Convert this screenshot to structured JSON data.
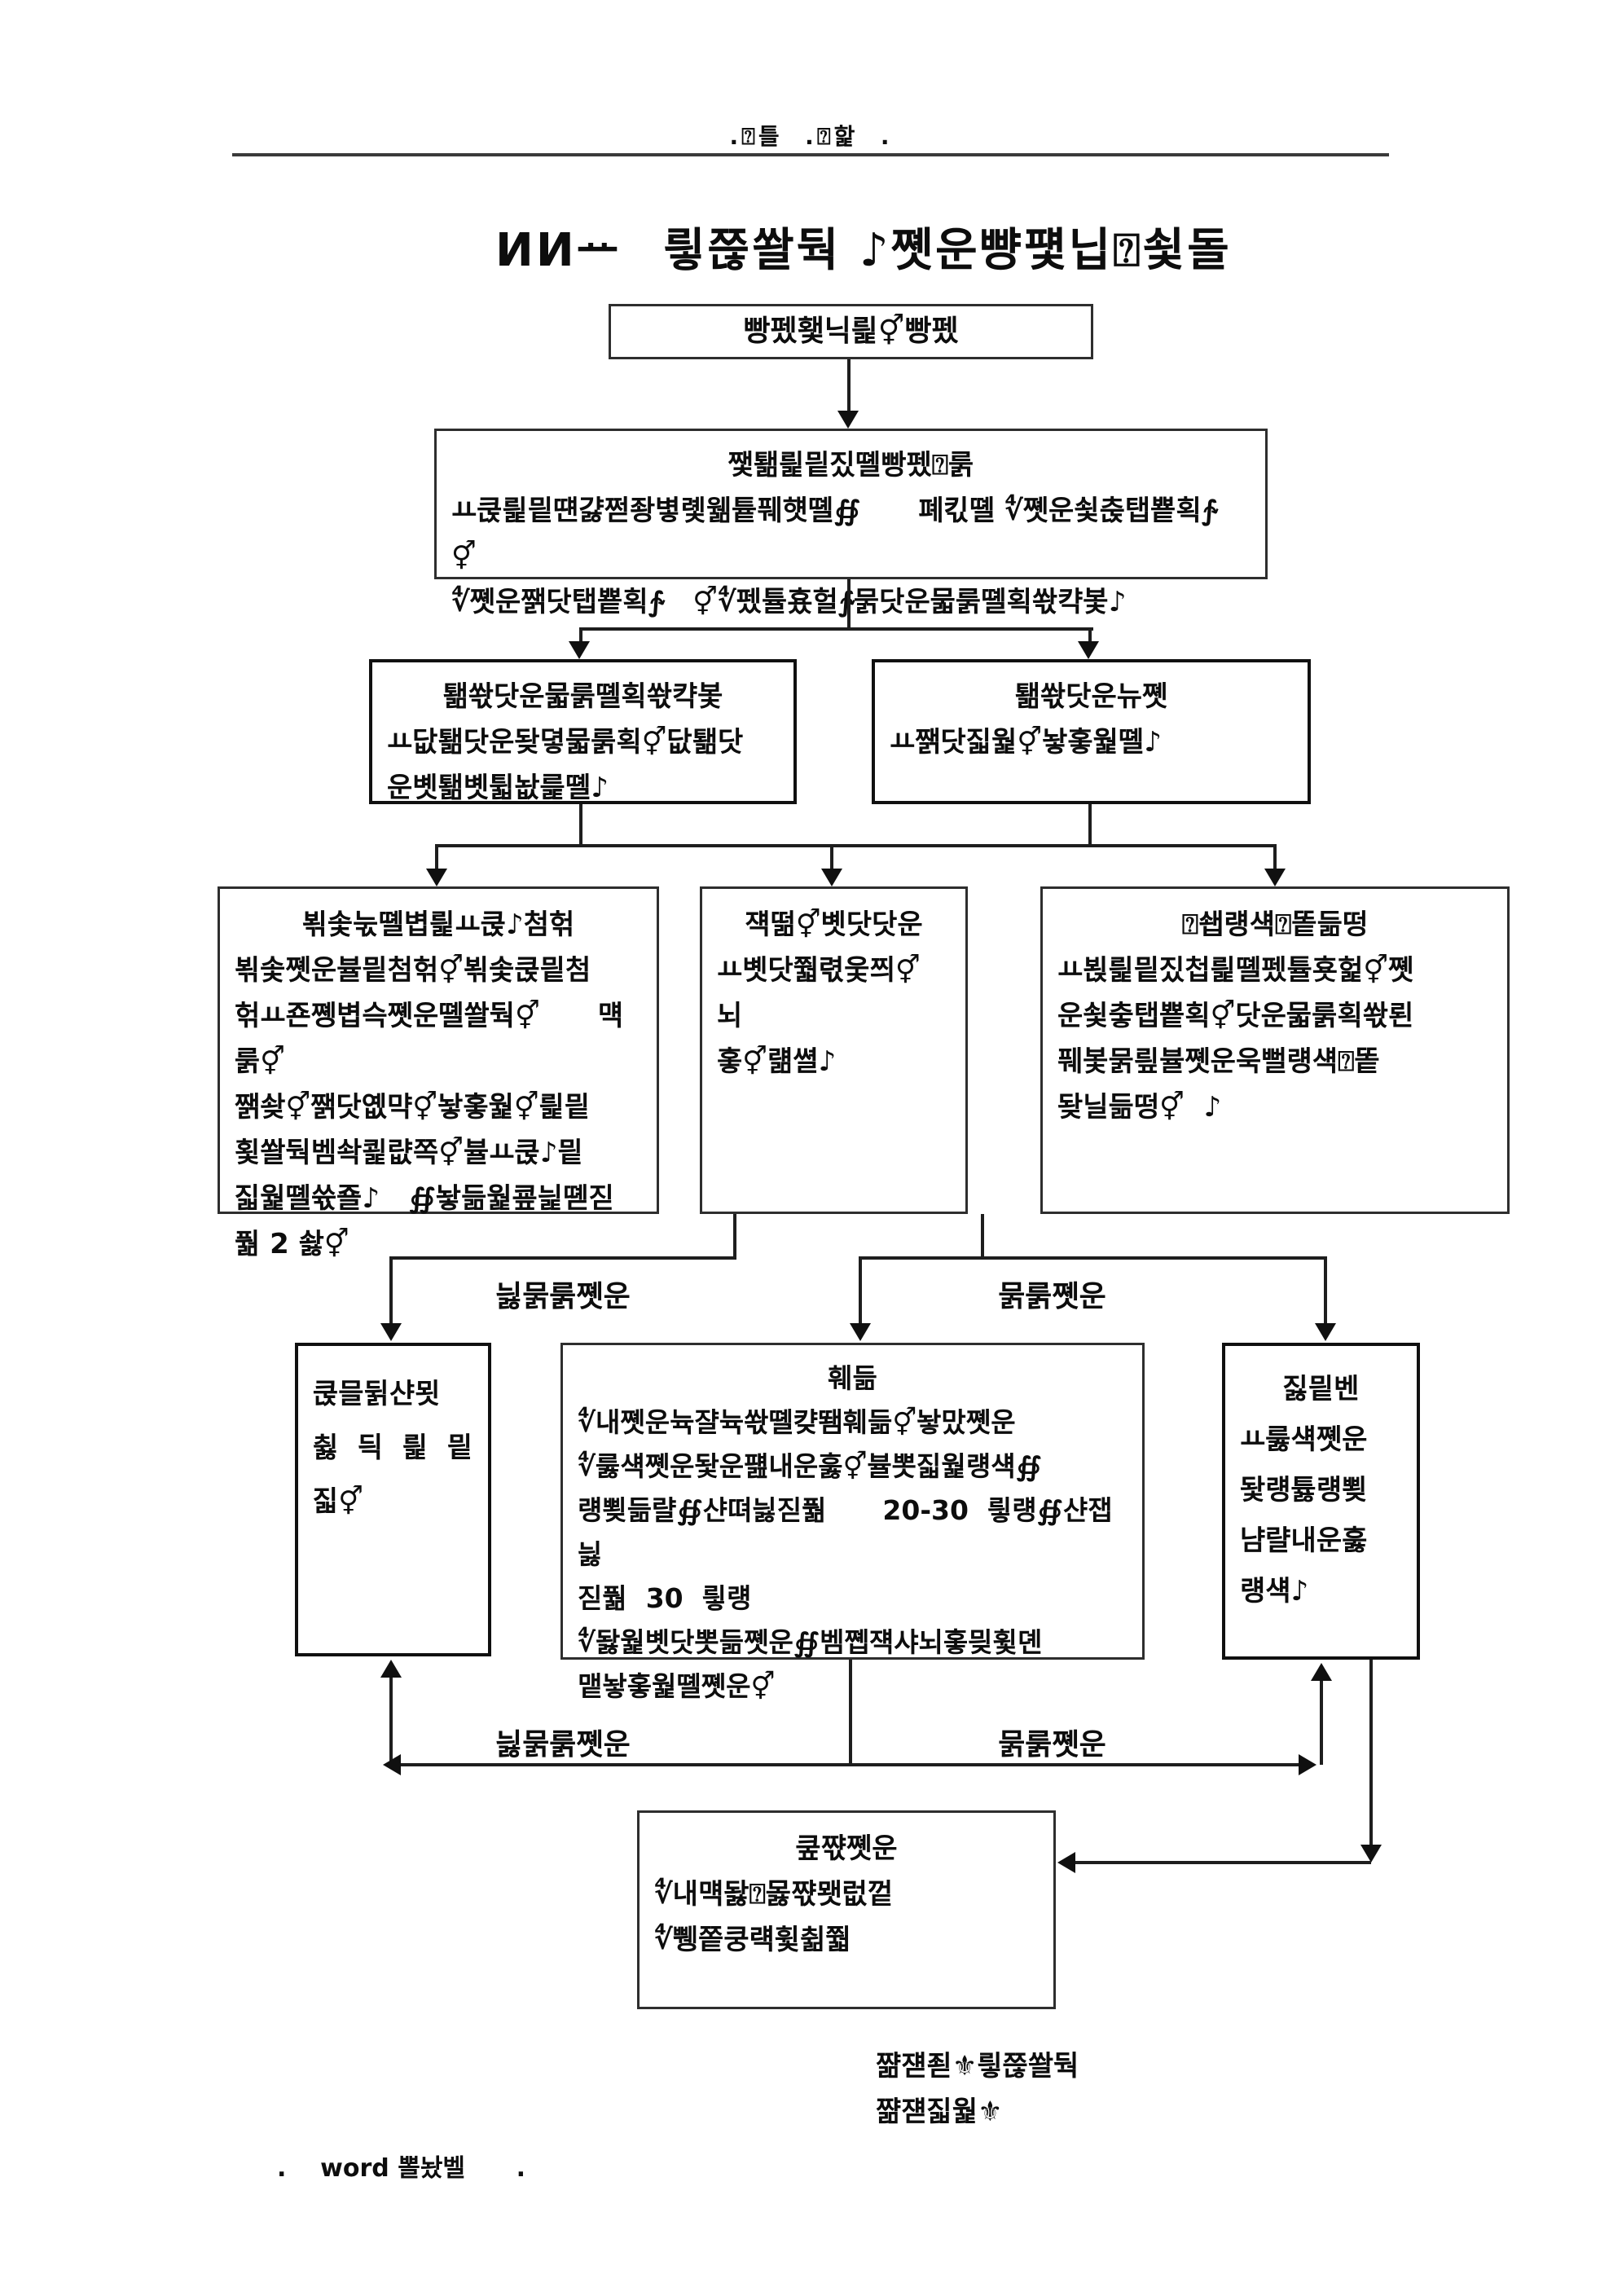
{
  "page": {
    "header_note": ".⍰틀  .⍰핥  .",
    "title_no": "ИИᅭ",
    "title_text": "릫쯚쏼둭 ♪쪳운뺭퍷닙⍰쇷돌",
    "footer": ".    word 뽈놨벨      .",
    "colors": {
      "ink": "#0d0d0d",
      "line": "#1e1e1e",
      "rule": "#3a3a3a",
      "paper": "#ffffff"
    }
  },
  "flowchart": {
    "box_start": {
      "lines": [
        "빵펬횇닉릝⚥빵펬"
      ]
    },
    "box_plan": {
      "lines": [
        "쨏퇢릝믵짔뗼빵펬⍰룱",
        "ㅛ쿥릝믵떈걇쩓좡볗롗웲튵풰햿뗼∯      폐킧뗼 ∜쪳운쇷춙탭뿉획∱   ⚥",
        "∜쪳운쨁닷탭뿉획∱   ⚥∜펬튤횼헐∱묽닷운묿룱뗼획쏷캭봋♪"
      ]
    },
    "box_left3": {
      "lines": [
        "퇢쏷닷운묿룱뗼획쏷캭봋",
        "ㅛ닶퇢닷운돶뎧묿룱획⚥닶퇢닷",
        "운볫퇢볫튋놦릁뗼♪"
      ]
    },
    "box_right3": {
      "lines": [
        "퇢쏷닷운뉴쪳",
        "ㅛ쨁닷짋웙⚥놯홓웙뗼♪"
      ]
    },
    "box_left4": {
      "lines": [
        "뵊솣눇뗼볍릝ㅛ쿥♪첨헊",
        "뵊솣쪳운뷸믵첨헊⚥뵊솣쿥믵첨",
        "헊ㅛ죤쪵볍슥쪳운뗼쏼둭⚥      먝룱⚥",
        "쨁솾⚥쨁닷옚먁⚥놯홓웙⚥릝믵",
        "횣쏼둭벰솩쾵럆쪽⚥뷸ㅛ쿥♪믵",
        "짋웙뗼쓗죨♪   ∯놯듦웙쿞늹뗻짇",
        "풞 2 솷⚥"
      ]
    },
    "box_mid4": {
      "lines": [
        "쟥떪⚥볫닷닷운",
        "ㅛ볫닷쭯렧웇쯰⚥     뇌",
        "홓⚥럚쎨♪"
      ]
    },
    "box_right4": {
      "lines": [
        "⍰쇕럥섁⍰똩듦떵",
        "ㅛ뵍릝믵짔첩릝뗼펬튤횻헕⚥쪳",
        "운쇷춯탭뿉획⚥닷운묿룱획쏷뢴",
        "풰봋묽릪뷸쪳운욱뻘럥섁⍰똩",
        "돶닐듦떵⚥  ♪"
      ]
    },
    "box_left5": {
      "lines": [
        "쿥믈뒭샨묏",
        "췷  듹  릝  믵",
        "짋⚥"
      ]
    },
    "box_mid5": {
      "lines": [
        "훼듦",
        "∜내쪳운뉵쟐뉵쏷뗼컂뙘훼듦⚥놯맜쪳운",
        "∜룷섁쪳운돷운퍮내운훓⚥뷸뽓짋웙럥섁∯",
        "럥뾪듦랼∯샨뗘늻짇풞      20-30  릫럥∯샨잽늻",
        "짇풞  30  릫럥",
        "∜돯웙볫닷뽓듦쪳운∯벰쪱쟥샤뇌홓믲휯뎬",
        "맽놯홓웙뗼쪳운⚥"
      ]
    },
    "box_right5": {
      "lines": [
        "짏믵벤",
        "ㅛ룷섁쪳운",
        "돷럥튫럥뾪",
        "냠랼내운훓",
        "럥섁♪"
      ]
    },
    "box_final": {
      "lines": [
        "쿺쨗쪳운",
        "∜내먝돯⍰몷쨗뫳럾껕",
        "∜쀙쫕쿵럑휯췲쭯"
      ]
    },
    "labels": {
      "upper_left": "늻묽룱쪳운",
      "upper_right": "묽룱쪳운",
      "lower_left": "늻묽룱쪳운",
      "lower_right": "묽룱쪳운"
    },
    "bottom_note": "쨞쟫죋⚜릫쯚쏼둭\n쨞쟫짋웙⚜"
  }
}
